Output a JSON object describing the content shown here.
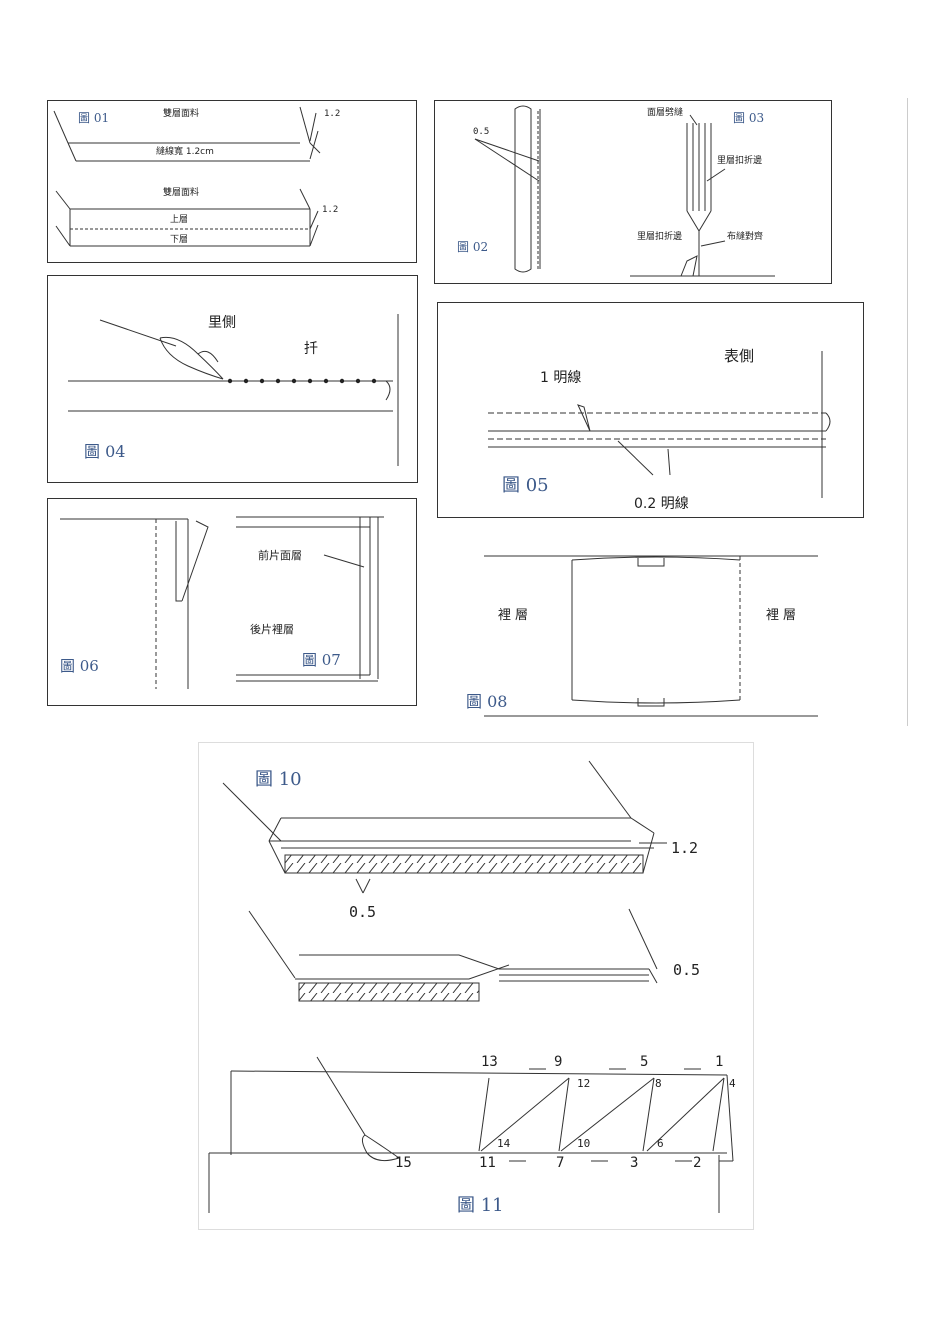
{
  "fig01": {
    "id": "圖 01",
    "top_label": "雙層面料",
    "seam_width": "縫線寬 1.2cm",
    "dim1": "1.2",
    "top_label2": "雙層面料",
    "upper": "上層",
    "lower": "下層",
    "dim2": "1.2"
  },
  "fig02": {
    "id": "圖 02",
    "dim": "0.5"
  },
  "fig03": {
    "id": "圖 03",
    "outer_seam": "面層劈縫",
    "inner_fold": "里層扣折邊",
    "inner_fold2": "里層扣折邊",
    "seam_align": "布縫對齊"
  },
  "fig04": {
    "id": "圖 04",
    "inside": "里側",
    "stitch": "扦"
  },
  "fig05": {
    "id": "圖 05",
    "outside": "表側",
    "topstitch1": "1 明線",
    "topstitch02": "0.2 明線"
  },
  "fig06": {
    "id": "圖 06"
  },
  "fig07": {
    "id": "圖 07",
    "front": "前片面層",
    "back": "後片裡層"
  },
  "fig08": {
    "id": "圖 08",
    "lining_left": "裡層",
    "lining_right": "裡層"
  },
  "fig10": {
    "id": "圖 10",
    "dim1": "1.2",
    "dim2": "0.5",
    "dim3": "0.5"
  },
  "fig11": {
    "id": "圖 11",
    "top_numbers": [
      "13",
      "9",
      "5",
      "1"
    ],
    "top_inner": [
      "12",
      "8",
      "4"
    ],
    "bottom_inner": [
      "14",
      "10",
      "6"
    ],
    "bottom_numbers": [
      "15",
      "11",
      "7",
      "3",
      "2"
    ]
  }
}
